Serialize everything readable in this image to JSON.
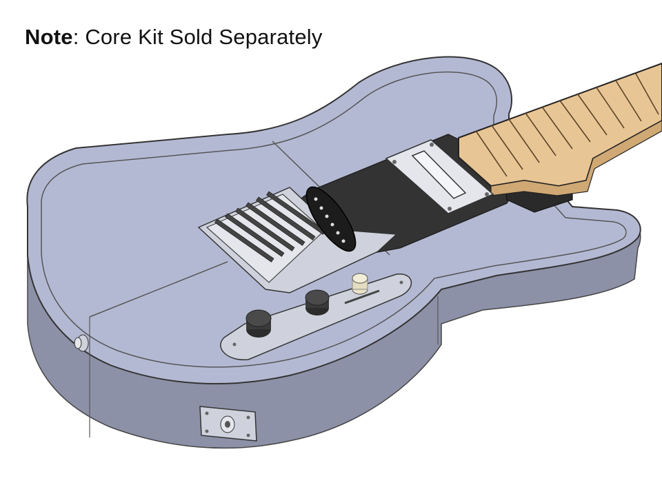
{
  "note": {
    "label": "Note",
    "separator": ": ",
    "text": "Core Kit Sold Separately"
  },
  "colors": {
    "body_top": "#b4b9d3",
    "body_side": "#8d91a7",
    "pickguard_dark": "#333333",
    "neck_wood": "#e8c594",
    "chrome": "#e4e6ec"
  },
  "illustration": {
    "subject": "guitar-body-cad-render"
  }
}
